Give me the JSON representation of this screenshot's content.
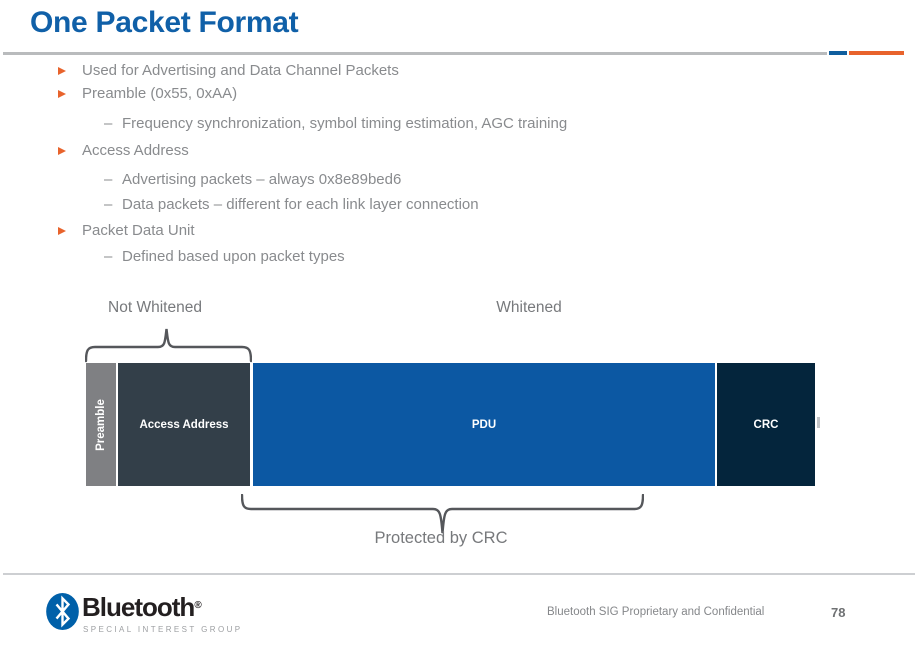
{
  "slide": {
    "title": "One Packet Format",
    "sub_marker": "–",
    "bullets": [
      {
        "level": 1,
        "text": "Used for Advertising and Data Channel Packets"
      },
      {
        "level": 1,
        "text": "Preamble (0x55, 0xAA)"
      },
      {
        "level": 2,
        "text": "Frequency synchronization, symbol timing estimation, AGC training"
      },
      {
        "level": 1,
        "text": "Access Address"
      },
      {
        "level": 2,
        "text": "Advertising packets – always 0x8e89bed6"
      },
      {
        "level": 2,
        "text": "Data packets – different for each link layer connection"
      },
      {
        "level": 1,
        "text": "Packet Data Unit"
      },
      {
        "level": 2,
        "text": "Defined based upon packet types"
      }
    ]
  },
  "diagram": {
    "not_whitened_label": "Not Whitened",
    "whitened_label": "Whitened",
    "protected_label": "Protected by CRC",
    "blocks": [
      {
        "label": "Preamble",
        "color": "#7f8083"
      },
      {
        "label": "Access Address",
        "color": "#333f49"
      },
      {
        "label": "PDU",
        "color": "#0c58a3"
      },
      {
        "label": "CRC",
        "color": "#04253c"
      }
    ]
  },
  "footer": {
    "logo_brand": "Bluetooth",
    "logo_registered": "®",
    "logo_subtitle": "SPECIAL INTEREST GROUP",
    "confidentiality": "Bluetooth SIG Proprietary and Confidential",
    "page_number": "78"
  },
  "colors": {
    "title_blue": "#1060a8",
    "accent_orange": "#e8632c",
    "accent_blue": "#0f5e9e",
    "rule_gray": "#b9bbbd",
    "body_text_gray": "#898b8e",
    "diagram_label_gray": "#77797c",
    "brace_gray": "#55575b",
    "logo_blue": "#0060a9"
  }
}
